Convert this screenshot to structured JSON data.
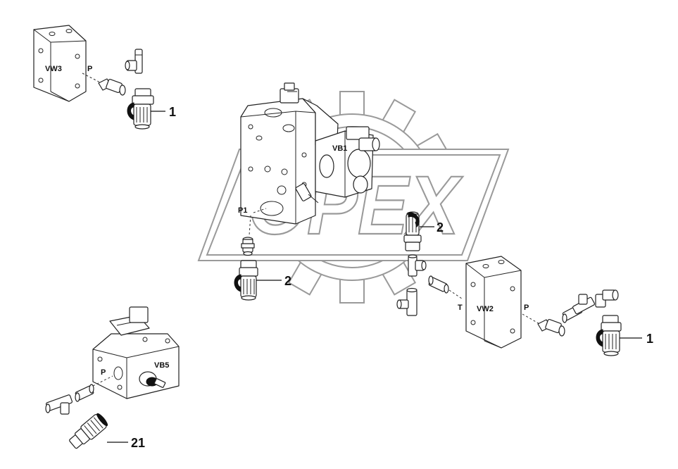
{
  "watermark": {
    "text": "OPEX"
  },
  "labels": {
    "vw3": "VW3",
    "vw3_port": "P",
    "vb1": "VB1",
    "p1": "P1",
    "vw2": "VW2",
    "vw2_p": "P",
    "vw2_t": "T",
    "vb5": "VB5",
    "vb5_port": "P"
  },
  "callouts": {
    "c1_top": "1",
    "c2_mid": "2",
    "c2_left": "2",
    "c1_right": "1",
    "c21": "21"
  }
}
